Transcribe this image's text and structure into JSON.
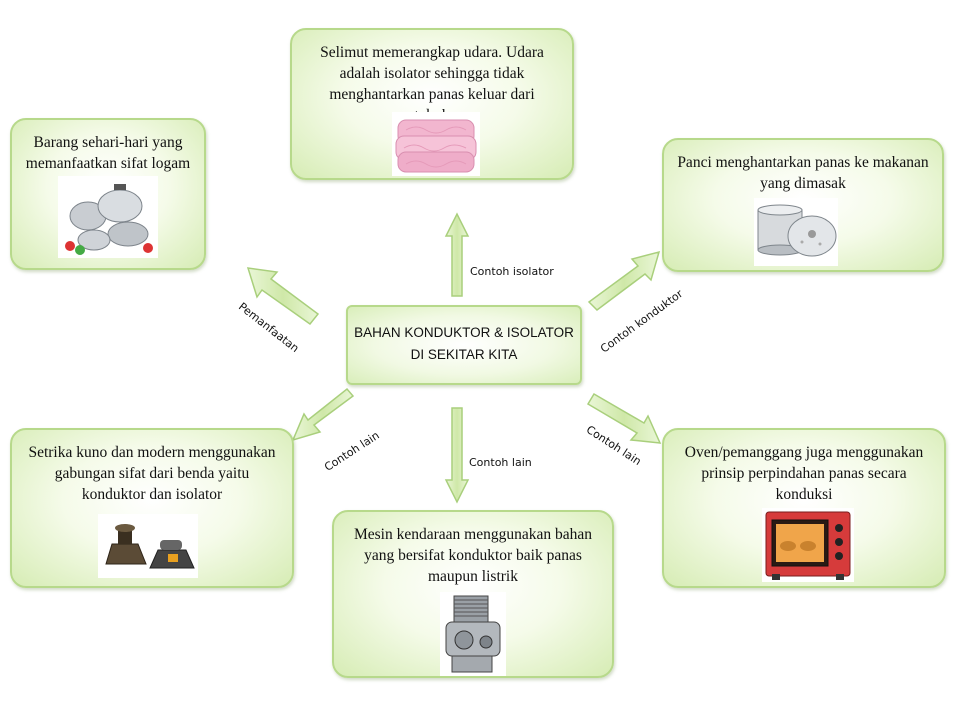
{
  "center": {
    "line1": "BAHAN KONDUKTOR & ISOLATOR",
    "line2": "DI SEKITAR KITA"
  },
  "boxes": {
    "top": "Selimut memerangkap udara. Udara adalah isolator sehingga tidak menghantarkan panas keluar dari tubuh",
    "top_left": "Barang sehari-hari yang memanfaatkan sifat logam",
    "top_right": "Panci menghantarkan panas ke makanan yang dimasak",
    "bottom_left": "Setrika kuno dan modern menggunakan gabungan sifat dari benda yaitu konduktor dan isolator",
    "bottom": "Mesin kendaraan menggunakan bahan yang bersifat konduktor baik panas maupun listrik",
    "bottom_right": "Oven/pemanggang juga menggunakan prinsip perpindahan panas secara konduksi"
  },
  "arrow_labels": {
    "up": "Contoh isolator",
    "up_left": "Pemanfaatan",
    "up_right": "Contoh konduktor",
    "down_left": "Contoh lain",
    "down": "Contoh lain",
    "down_right": "Contoh lain"
  },
  "colors": {
    "box_border": "#b7d98b",
    "box_fill": "#d6ecb4",
    "arrow_fill": "#d8edb6",
    "arrow_stroke": "#a9cf7c"
  }
}
